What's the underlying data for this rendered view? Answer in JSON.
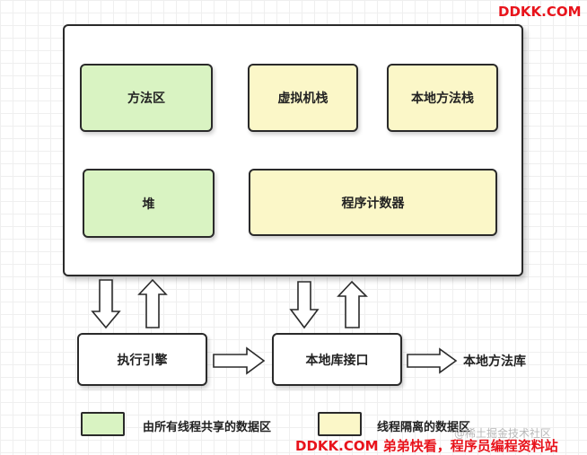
{
  "runtime_areas": {
    "method_area": "方法区",
    "vm_stack": "虚拟机栈",
    "native_method_stack": "本地方法栈",
    "heap": "堆",
    "program_counter": "程序计数器"
  },
  "execution_engine": "执行引擎",
  "native_interface": "本地库接口",
  "native_library": "本地方法库",
  "legend": {
    "shared": "由所有线程共享的数据区",
    "isolated": "线程隔离的数据区"
  },
  "colors": {
    "shared": "#d9f3c2",
    "isolated": "#fbf7c8"
  },
  "watermarks": {
    "top": "DDKK.COM",
    "bottom": "DDKK.COM 弟弟快看，程序员编程资料站",
    "faint": "@稀土掘金技术社区"
  }
}
